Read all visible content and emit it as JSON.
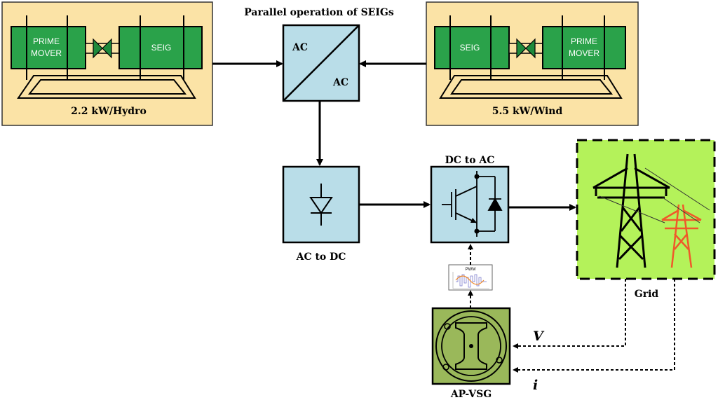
{
  "diagram": {
    "title": "Parallel operation of SEIGs",
    "hydro_unit": {
      "caption": "2.2 kW/Hydro",
      "prime_mover_line1": "PRIME",
      "prime_mover_line2": "MOVER",
      "generator": "SEIG"
    },
    "wind_unit": {
      "caption": "5.5 kW/Wind",
      "prime_mover_line1": "PRIME",
      "prime_mover_line2": "MOVER",
      "generator": "SEIG"
    },
    "ac_ac_converter": {
      "input": "AC",
      "output": "AC"
    },
    "rectifier": {
      "caption": "AC to DC"
    },
    "inverter": {
      "caption": "DC to AC"
    },
    "pwm": {
      "label": "PWM"
    },
    "vsg": {
      "caption": "AP-VSG"
    },
    "grid": {
      "caption": "Grid"
    },
    "feedback": {
      "voltage": "V",
      "current": "i"
    },
    "colors": {
      "unit_panel": "#fbe3a6",
      "machine_green": "#2aa24a",
      "converter_blue": "#b9dde8",
      "grid_green": "#b4f25a",
      "vsg_green": "#9ab85a",
      "tower_red": "#f0582a"
    }
  }
}
